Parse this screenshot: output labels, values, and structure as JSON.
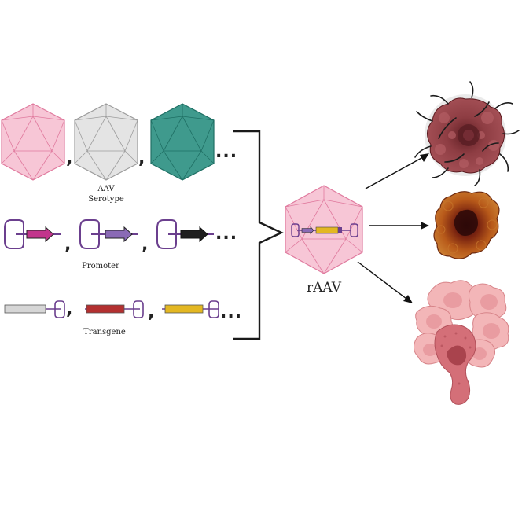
{
  "labels": {
    "serotype_line1": "AAV",
    "serotype_line2": "Serotype",
    "promoter": "Promoter",
    "transgene": "Transgene",
    "raav": "rAAV"
  },
  "symbols": {
    "comma": ",",
    "ellipsis": "..."
  },
  "capsid_colors": {
    "pink": "#f7c6d6",
    "gray": "#e4e4e4",
    "teal": "#3f9a8d"
  },
  "promoter_colors": {
    "magenta": "#c2358c",
    "lavender": "#8a6ab5",
    "black": "#1e1e1e"
  },
  "transgene_colors": {
    "gray": "#d6d6d6",
    "red": "#b33030",
    "yellow": "#e3b722"
  },
  "vector_stroke": "#6b3f8e",
  "icons": [
    "aav-capsid-pink-icon",
    "aav-capsid-gray-icon",
    "aav-capsid-teal-icon",
    "itr-promoter-icon",
    "itr-transgene-icon",
    "tumor-vascularized-icon",
    "tumor-necrotic-icon",
    "tumor-cell-cluster-icon"
  ]
}
